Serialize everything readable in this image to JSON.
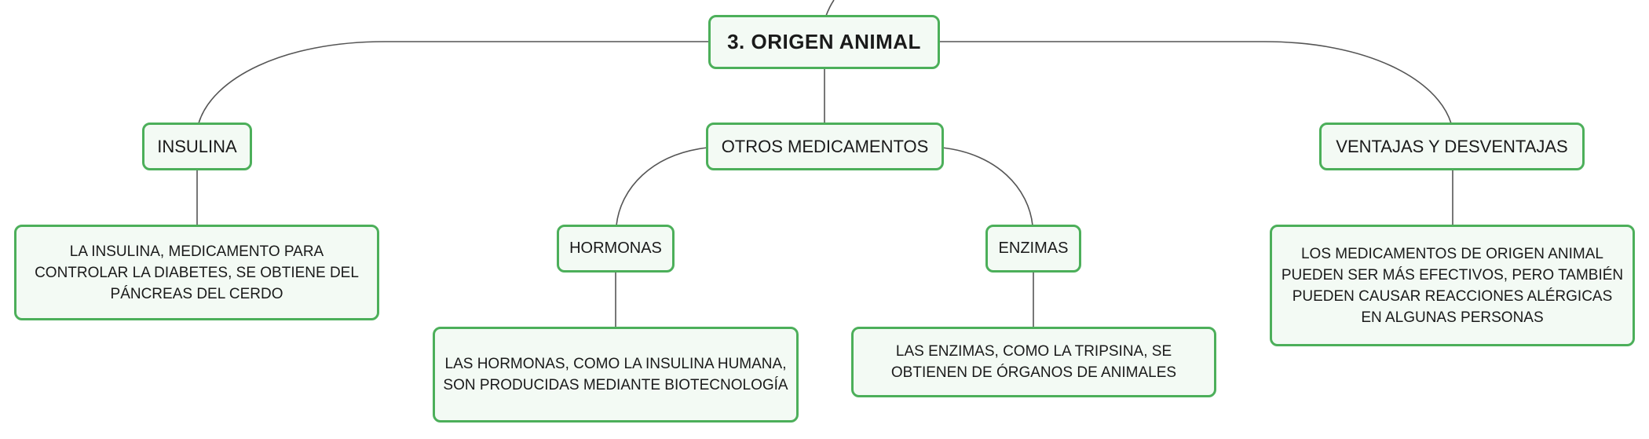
{
  "root": {
    "label": "3. ORIGEN ANIMAL"
  },
  "insulina": {
    "label": "INSULINA",
    "detail": "LA INSULINA, MEDICAMENTO PARA CONTROLAR LA DIABETES, SE OBTIENE DEL PÁNCREAS DEL CERDO"
  },
  "otros": {
    "label": "OTROS MEDICAMENTOS",
    "hormonas": {
      "label": "HORMONAS",
      "detail": "LAS HORMONAS, COMO LA INSULINA HUMANA, SON PRODUCIDAS MEDIANTE BIOTECNOLOGÍA"
    },
    "enzimas": {
      "label": "ENZIMAS",
      "detail": "LAS ENZIMAS, COMO LA TRIPSINA, SE OBTIENEN DE ÓRGANOS DE ANIMALES"
    }
  },
  "ventajas": {
    "label": "VENTAJAS Y DESVENTAJAS",
    "detail": "LOS MEDICAMENTOS DE ORIGEN ANIMAL PUEDEN SER MÁS EFECTIVOS, PERO TAMBIÉN PUEDEN CAUSAR REACCIONES ALÉRGICAS EN ALGUNAS PERSONAS"
  },
  "colors": {
    "border": "#4caf5a",
    "fill": "#f3faf4",
    "line": "#555555"
  }
}
